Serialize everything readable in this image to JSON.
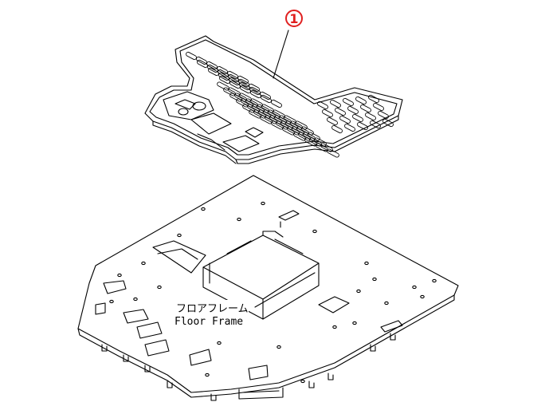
{
  "callouts": [
    {
      "number": "1",
      "color": "#e02020"
    }
  ],
  "labels": {
    "floor_frame_jp": "フロアフレーム",
    "floor_frame_en": "Floor Frame"
  },
  "colors": {
    "line": "#000000",
    "background": "#ffffff"
  }
}
